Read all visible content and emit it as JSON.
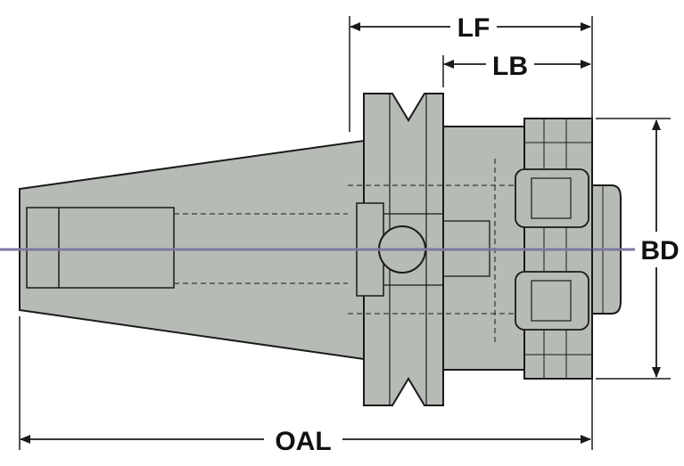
{
  "colors": {
    "body_fill": "#b7bbb5",
    "outline": "#1a1a1a",
    "centerline": "#7d78a0",
    "background": "#ffffff"
  },
  "dimensions": {
    "lf": "LF",
    "lb": "LB",
    "bd": "BD",
    "oal": "OAL"
  }
}
